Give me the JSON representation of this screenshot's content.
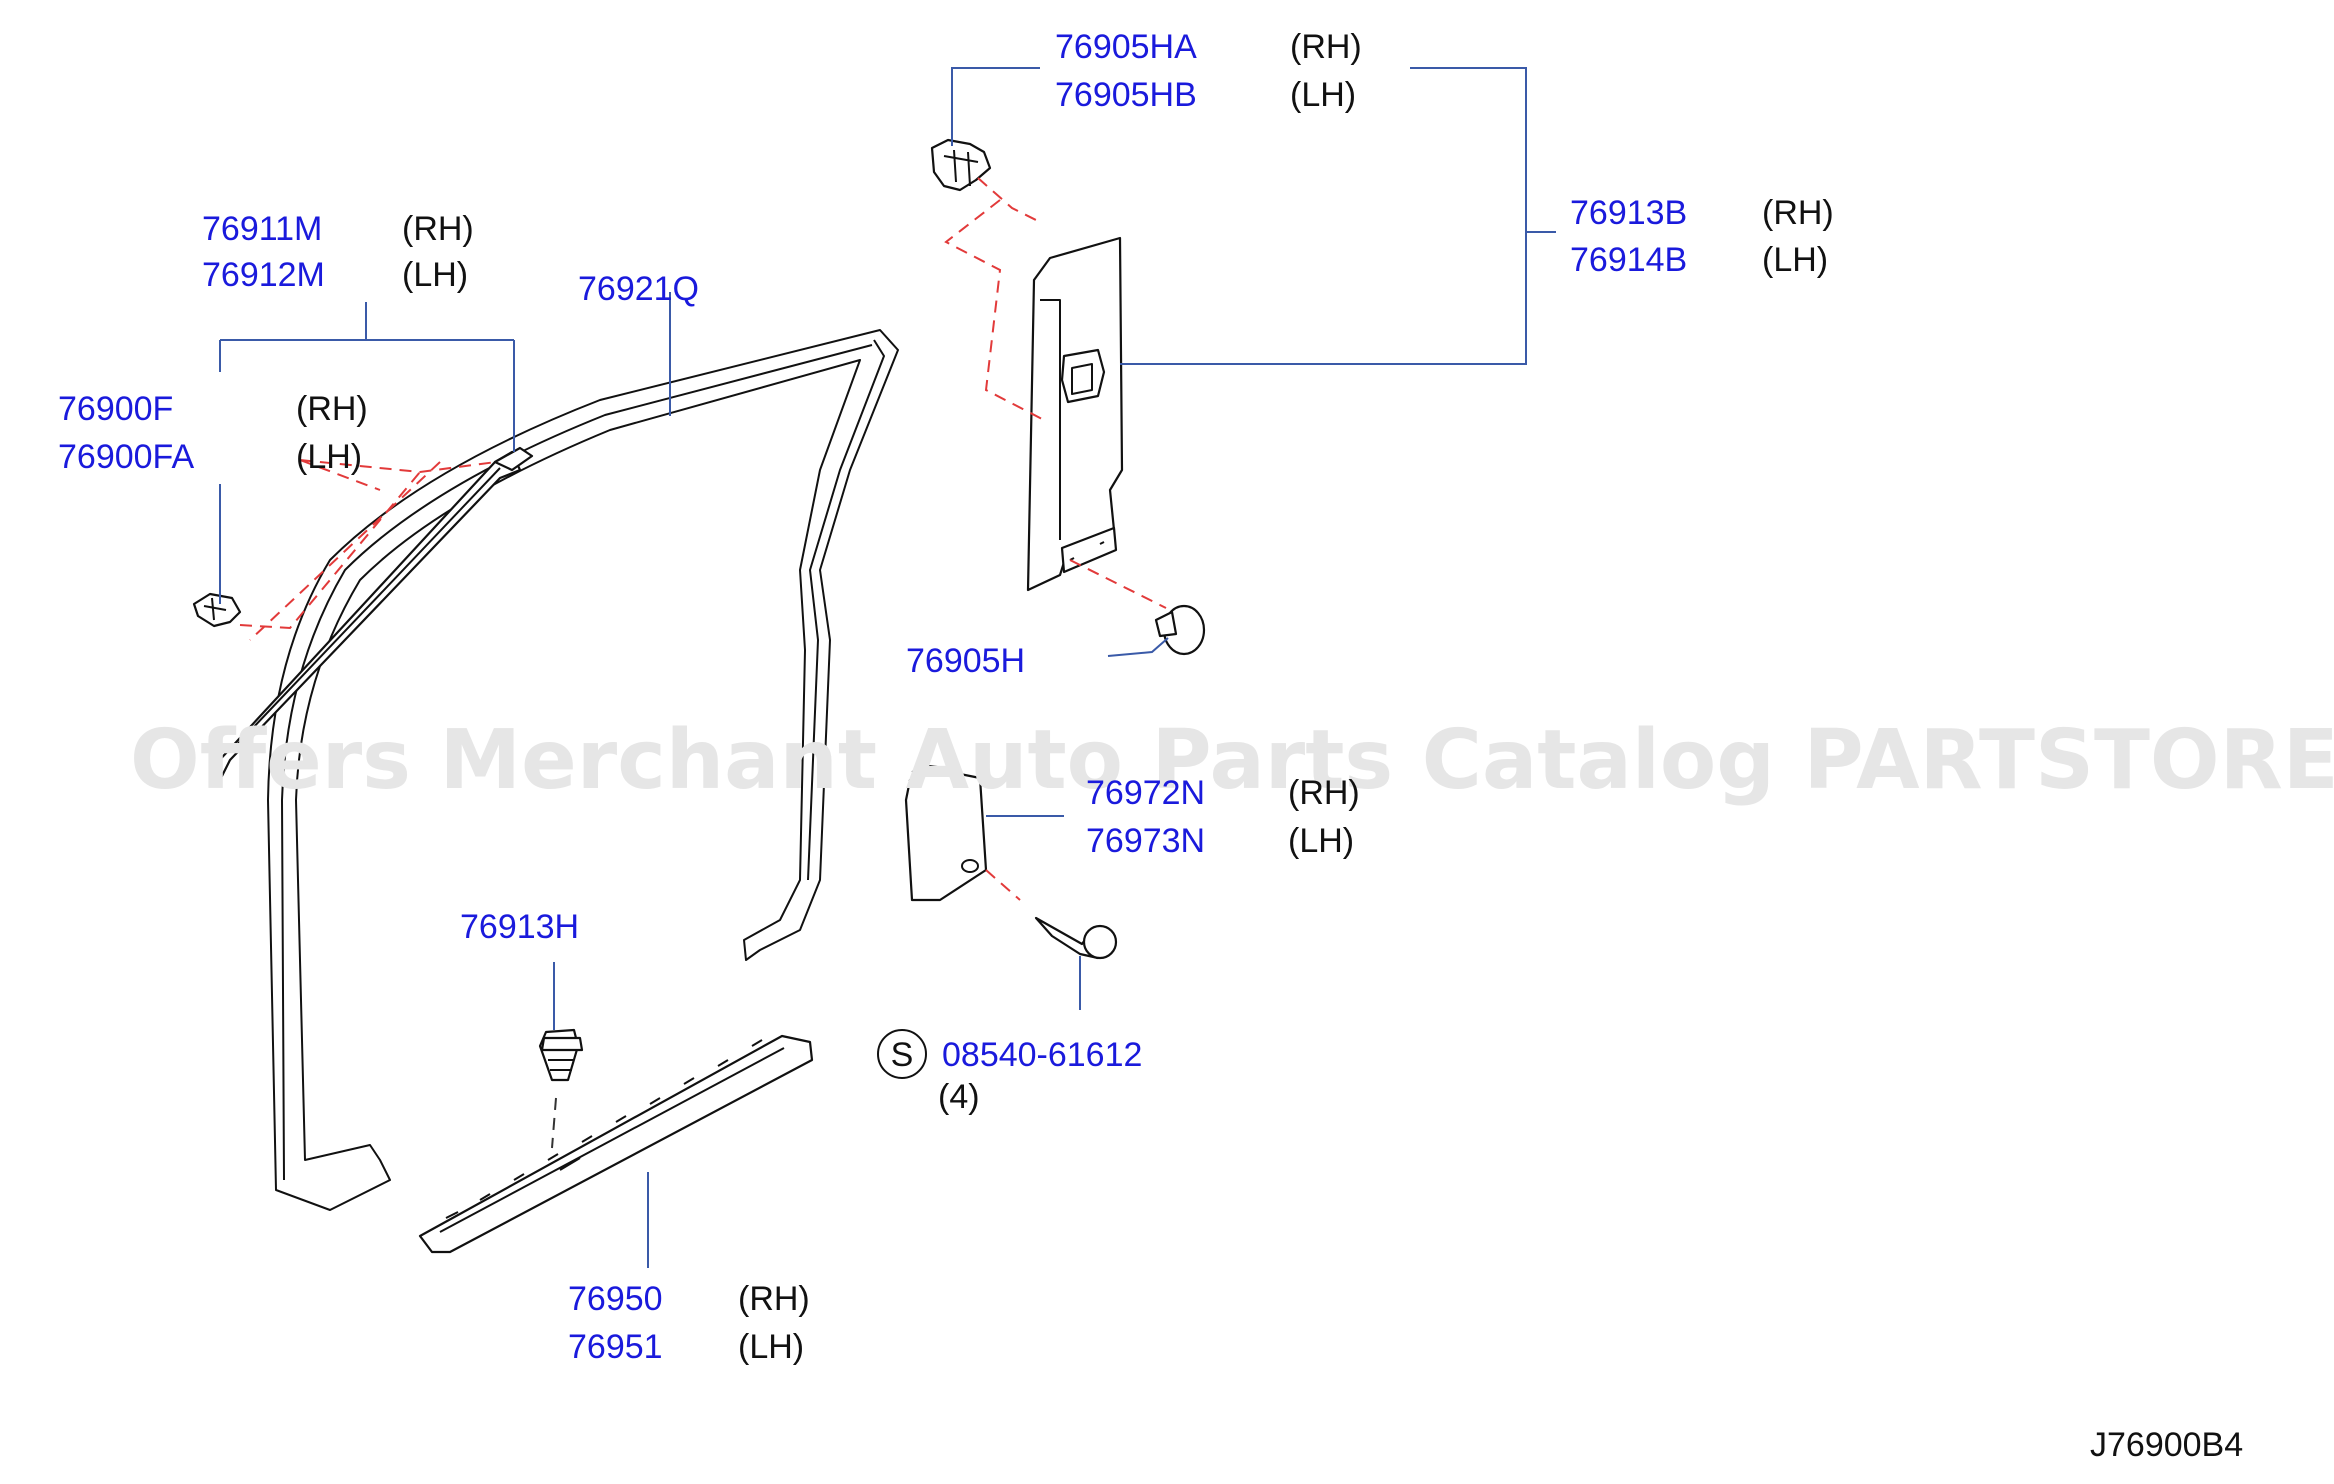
{
  "watermark": "Offers Merchant Auto Parts Catalog PARTSTORE.SA",
  "diagram_code": "J76900B4",
  "callouts": {
    "c1": {
      "pn1": "76905HA",
      "side1": "(RH)",
      "pn2": "76905HB",
      "side2": "(LH)"
    },
    "c2": {
      "pn1": "76913B",
      "side1": "(RH)",
      "pn2": "76914B",
      "side2": "(LH)"
    },
    "c3": {
      "pn1": "76911M",
      "side1": "(RH)",
      "pn2": "76912M",
      "side2": "(LH)"
    },
    "c4": {
      "pn1": "76921Q"
    },
    "c5": {
      "pn1": "76900F",
      "side1": "(RH)",
      "pn2": "76900FA",
      "side2": "(LH)"
    },
    "c6": {
      "pn1": "76905H"
    },
    "c7": {
      "pn1": "76972N",
      "side1": "(RH)",
      "pn2": "76973N",
      "side2": "(LH)"
    },
    "c8": {
      "pn1": "76913H"
    },
    "c9": {
      "symbol": "S",
      "pn1": "08540-61612",
      "qty": "(4)"
    },
    "c10": {
      "pn1": "76950",
      "side1": "(RH)",
      "pn2": "76951",
      "side2": "(LH)"
    }
  }
}
